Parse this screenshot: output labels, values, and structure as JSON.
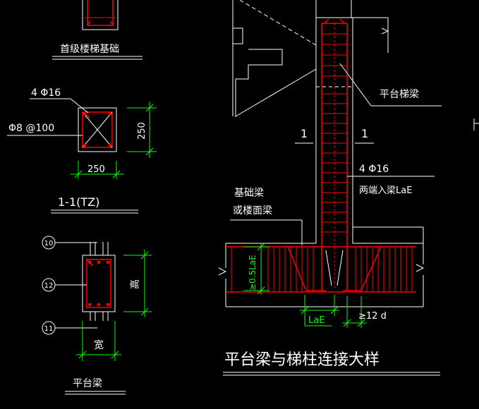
{
  "colors": {
    "background": "#000000",
    "line": "#ffffff",
    "rebar": "#ff0000",
    "dimension": "#00ff00"
  },
  "labels": {
    "stair_foundation": "首级楼梯基础",
    "top_rebar": "4 Φ16",
    "stirrup": "Φ8 @100",
    "dim_250_h": "250",
    "dim_250_v": "250",
    "section_title": "1-1(TZ)",
    "callout_10": "10",
    "callout_12": "12",
    "callout_11": "11",
    "dim_height": "高",
    "dim_width": "宽",
    "platform_beam_title": "平台梁",
    "platform_beam_label": "平台梯梁",
    "section_mark_left": "1",
    "section_mark_right": "1",
    "column_rebar": "4 Φ16",
    "anchor_note": "两端入梁LaE",
    "base_beam_line1": "基础梁",
    "base_beam_line2": "或楼面梁",
    "dim_05lae": "≥0.5LaE",
    "dim_lae": "LaE",
    "dim_12d": "≥12 d",
    "detail_title": "平台梁与梯柱连接大样"
  }
}
